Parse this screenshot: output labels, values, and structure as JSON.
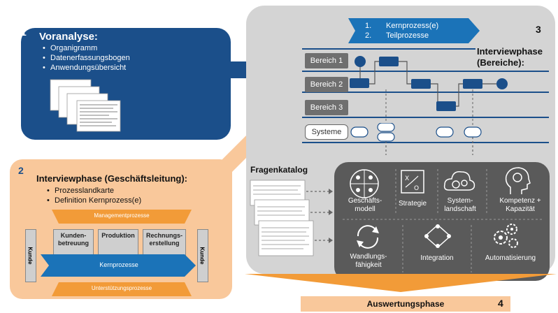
{
  "step1": {
    "number": "1",
    "title": "Voranalyse:",
    "items": [
      "Organigramm",
      "Datenerfassungsbogen",
      "Anwendungsübersicht"
    ]
  },
  "step2": {
    "number": "2",
    "title": "Interviewphase (Geschäftsleitung):",
    "items": [
      "Prozesslandkarte",
      "Definition Kernprozess(e)"
    ],
    "map": {
      "management": "Managementprozesse",
      "kunde_left": "Kunde",
      "kunde_right": "Kunde",
      "processes": [
        "Kunden-\nbetreuung",
        "Produktion",
        "Rechnungs-\nerstellung"
      ],
      "core": "Kernprozesse",
      "support": "Unterstützungsprozesse"
    }
  },
  "step3": {
    "number": "3",
    "legend": [
      "Kernprozess(e)",
      "Teilprozesse"
    ],
    "legend_numbers": [
      "1.",
      "2."
    ],
    "title_line1": "Interviewphase",
    "title_line2": "(Bereiche):",
    "lanes": [
      "Bereich 1",
      "Bereich 2",
      "Bereich 3"
    ],
    "systems": "Systeme"
  },
  "catalog": {
    "title": "Fragenkatalog",
    "categories": [
      {
        "label": "Geschäfts-\nmodell",
        "icon": "business-model-icon"
      },
      {
        "label": "Strategie",
        "icon": "strategy-icon"
      },
      {
        "label": "System-\nlandschaft",
        "icon": "cloud-gears-icon"
      },
      {
        "label": "Kompetenz +\nKapazität",
        "icon": "head-gear-icon"
      },
      {
        "label": "Wandlungs-\nfähigkeit",
        "icon": "transform-arrows-icon"
      },
      {
        "label": "Integration",
        "icon": "integration-icon"
      },
      {
        "label": "Automatisierung",
        "icon": "gears-icon"
      }
    ]
  },
  "step4": {
    "number": "4",
    "title": "Auswertungsphase"
  },
  "colors": {
    "blue": "#1b4f8a",
    "orange": "#f29b38",
    "light_orange": "#f9c89b",
    "grey": "#d4d4d4",
    "dark": "#5a5a5a"
  }
}
